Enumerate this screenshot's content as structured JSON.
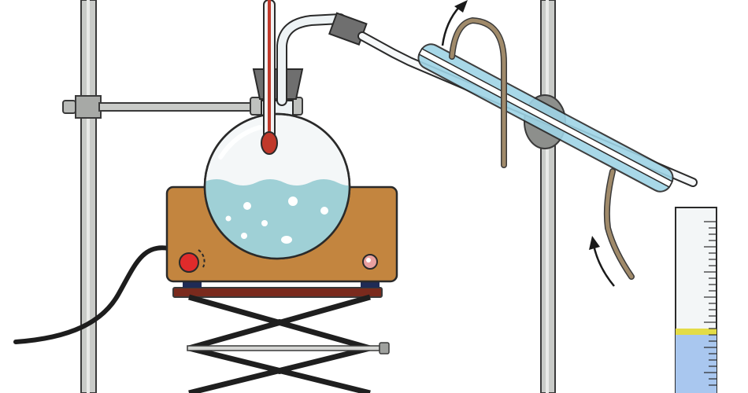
{
  "diagram": {
    "components": [
      "retort-stand-left",
      "retort-stand-right",
      "boss-clamp",
      "round-bottom-flask",
      "thermometer",
      "stopper",
      "still-head-adapter",
      "liebig-condenser",
      "condenser-clamp",
      "water-inlet-hose",
      "water-outlet-hose",
      "heating-mantle",
      "power-cable",
      "scissor-lab-jack",
      "graduated-cylinder"
    ],
    "arrows": [
      "water-in-arrow",
      "water-out-arrow"
    ],
    "colors": {
      "hotplate": "#c3853f",
      "stand_metal": "#c9cbc8",
      "liquid": "#9fd0d6",
      "condenser": "#9fd4e6",
      "thermometer_fluid": "#c0392b",
      "hose": "#a08a6a",
      "distillate": "#a9c7ef",
      "distillate_surface": "#e3dc47",
      "knob": "#e02b2b",
      "jack_platform": "#7a2a1d"
    }
  }
}
